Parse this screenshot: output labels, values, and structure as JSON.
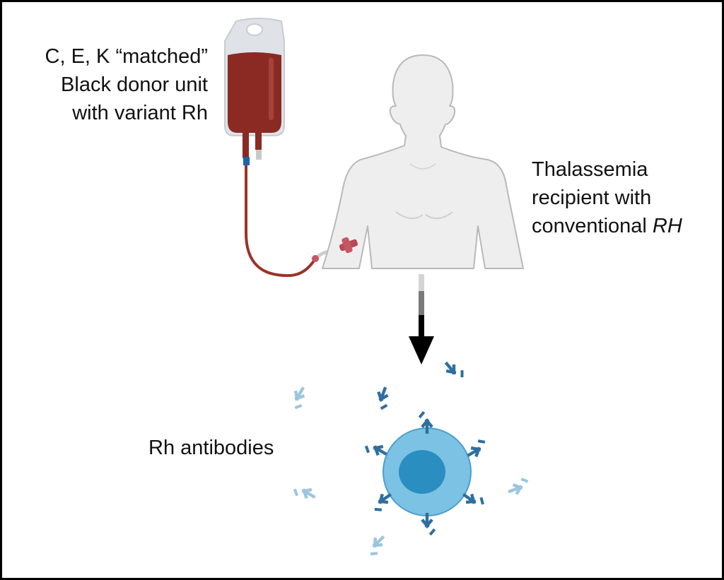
{
  "donor_label": {
    "line1": "C, E, K “matched”",
    "line2": "Black donor unit",
    "line3": "with variant Rh"
  },
  "recipient_label": {
    "line1": "Thalassemia",
    "line2": "recipient with",
    "line3_prefix": "conventional ",
    "line3_italic": "RH"
  },
  "antibody_label": "Rh antibodies",
  "colors": {
    "blood": "#8b2a22",
    "blood_dark": "#6e1f19",
    "bag": "#dfe3e8",
    "body": "#eeeeee",
    "body_outline": "#b9b9b9",
    "cell_outer": "#7cc2e4",
    "cell_nucleus": "#2a8fc0",
    "antibody": "#2f6f9f",
    "antibody_faded": "#9cc6de",
    "arrow": "#000000"
  },
  "icons": [
    "blood-bag-icon",
    "human-silhouette-icon",
    "iv-catheter-icon",
    "down-arrow-icon",
    "red-blood-cell-icon",
    "antibody-icon"
  ]
}
